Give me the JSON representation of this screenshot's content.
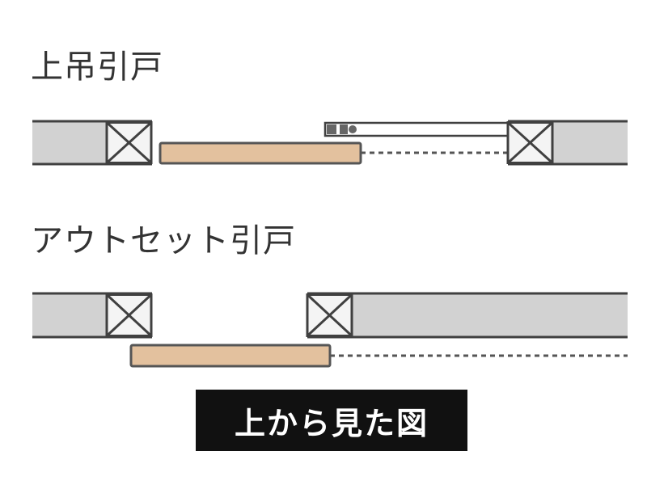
{
  "sections": [
    {
      "title": "上吊引戸"
    },
    {
      "title": "アウトセット引戸"
    }
  ],
  "caption": "上から見た図",
  "colors": {
    "wall_fill": "#d2d2d2",
    "wall_stroke": "#404040",
    "door_fill": "#e3c19e",
    "door_stroke": "#555555",
    "rail_fill": "#ffffff",
    "caption_bg": "#111111"
  }
}
